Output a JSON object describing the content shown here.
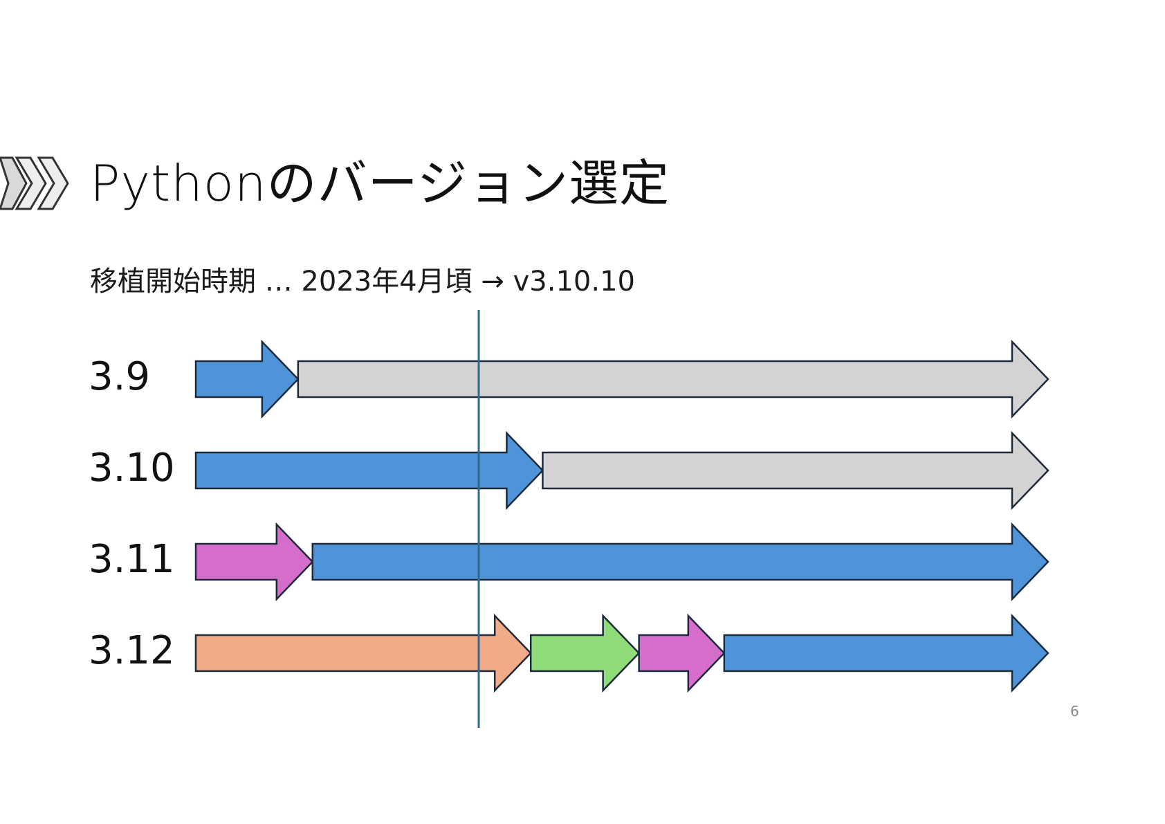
{
  "slide": {
    "title": "Pythonのバージョン選定",
    "subtitle": "移植開始時期 … 2023年4月頃 → v3.10.10",
    "page_number": "6"
  },
  "colors": {
    "blue": "#4f94d8",
    "gray": "#d3d3d3",
    "magenta": "#d56ecb",
    "salmon": "#f2aa88",
    "green": "#8fdc78",
    "outline": "#1c2a3a",
    "marker_line": "#2e6a8e",
    "chevron": "#333333"
  },
  "timeline": {
    "rows": [
      {
        "label": "3.9",
        "segments": [
          {
            "color": "blue",
            "start": 0.0,
            "end": 0.12
          },
          {
            "color": "gray",
            "start": 0.12,
            "end": 1.0
          }
        ]
      },
      {
        "label": "3.10",
        "segments": [
          {
            "color": "blue",
            "start": 0.0,
            "end": 0.407
          },
          {
            "color": "gray",
            "start": 0.407,
            "end": 1.0
          }
        ]
      },
      {
        "label": "3.11",
        "segments": [
          {
            "color": "magenta",
            "start": 0.0,
            "end": 0.137
          },
          {
            "color": "blue",
            "start": 0.137,
            "end": 1.0
          }
        ]
      },
      {
        "label": "3.12",
        "segments": [
          {
            "color": "salmon",
            "start": 0.0,
            "end": 0.393
          },
          {
            "color": "green",
            "start": 0.393,
            "end": 0.52
          },
          {
            "color": "magenta",
            "start": 0.52,
            "end": 0.62
          },
          {
            "color": "blue",
            "start": 0.62,
            "end": 1.0
          }
        ]
      }
    ],
    "marker_position": 0.332
  }
}
